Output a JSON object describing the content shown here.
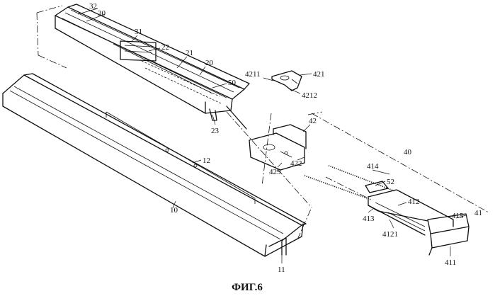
{
  "figure": {
    "caption": "ФИГ.6"
  },
  "labels": {
    "l32": "32",
    "l30": "30",
    "l31": "31",
    "l22": "22",
    "l21": "21",
    "l20": "20",
    "l50": "50",
    "l23": "23",
    "l12": "12",
    "l10": "10",
    "l11": "11",
    "l4211": "4211",
    "l421": "421",
    "l4212": "4212",
    "l42": "42",
    "l40": "40",
    "l429": "429",
    "l422": "422",
    "l414": "414",
    "l52": "52",
    "l412": "412",
    "l413": "413",
    "l4121": "4121",
    "l415": "415",
    "l41": "41",
    "l411": "411"
  }
}
